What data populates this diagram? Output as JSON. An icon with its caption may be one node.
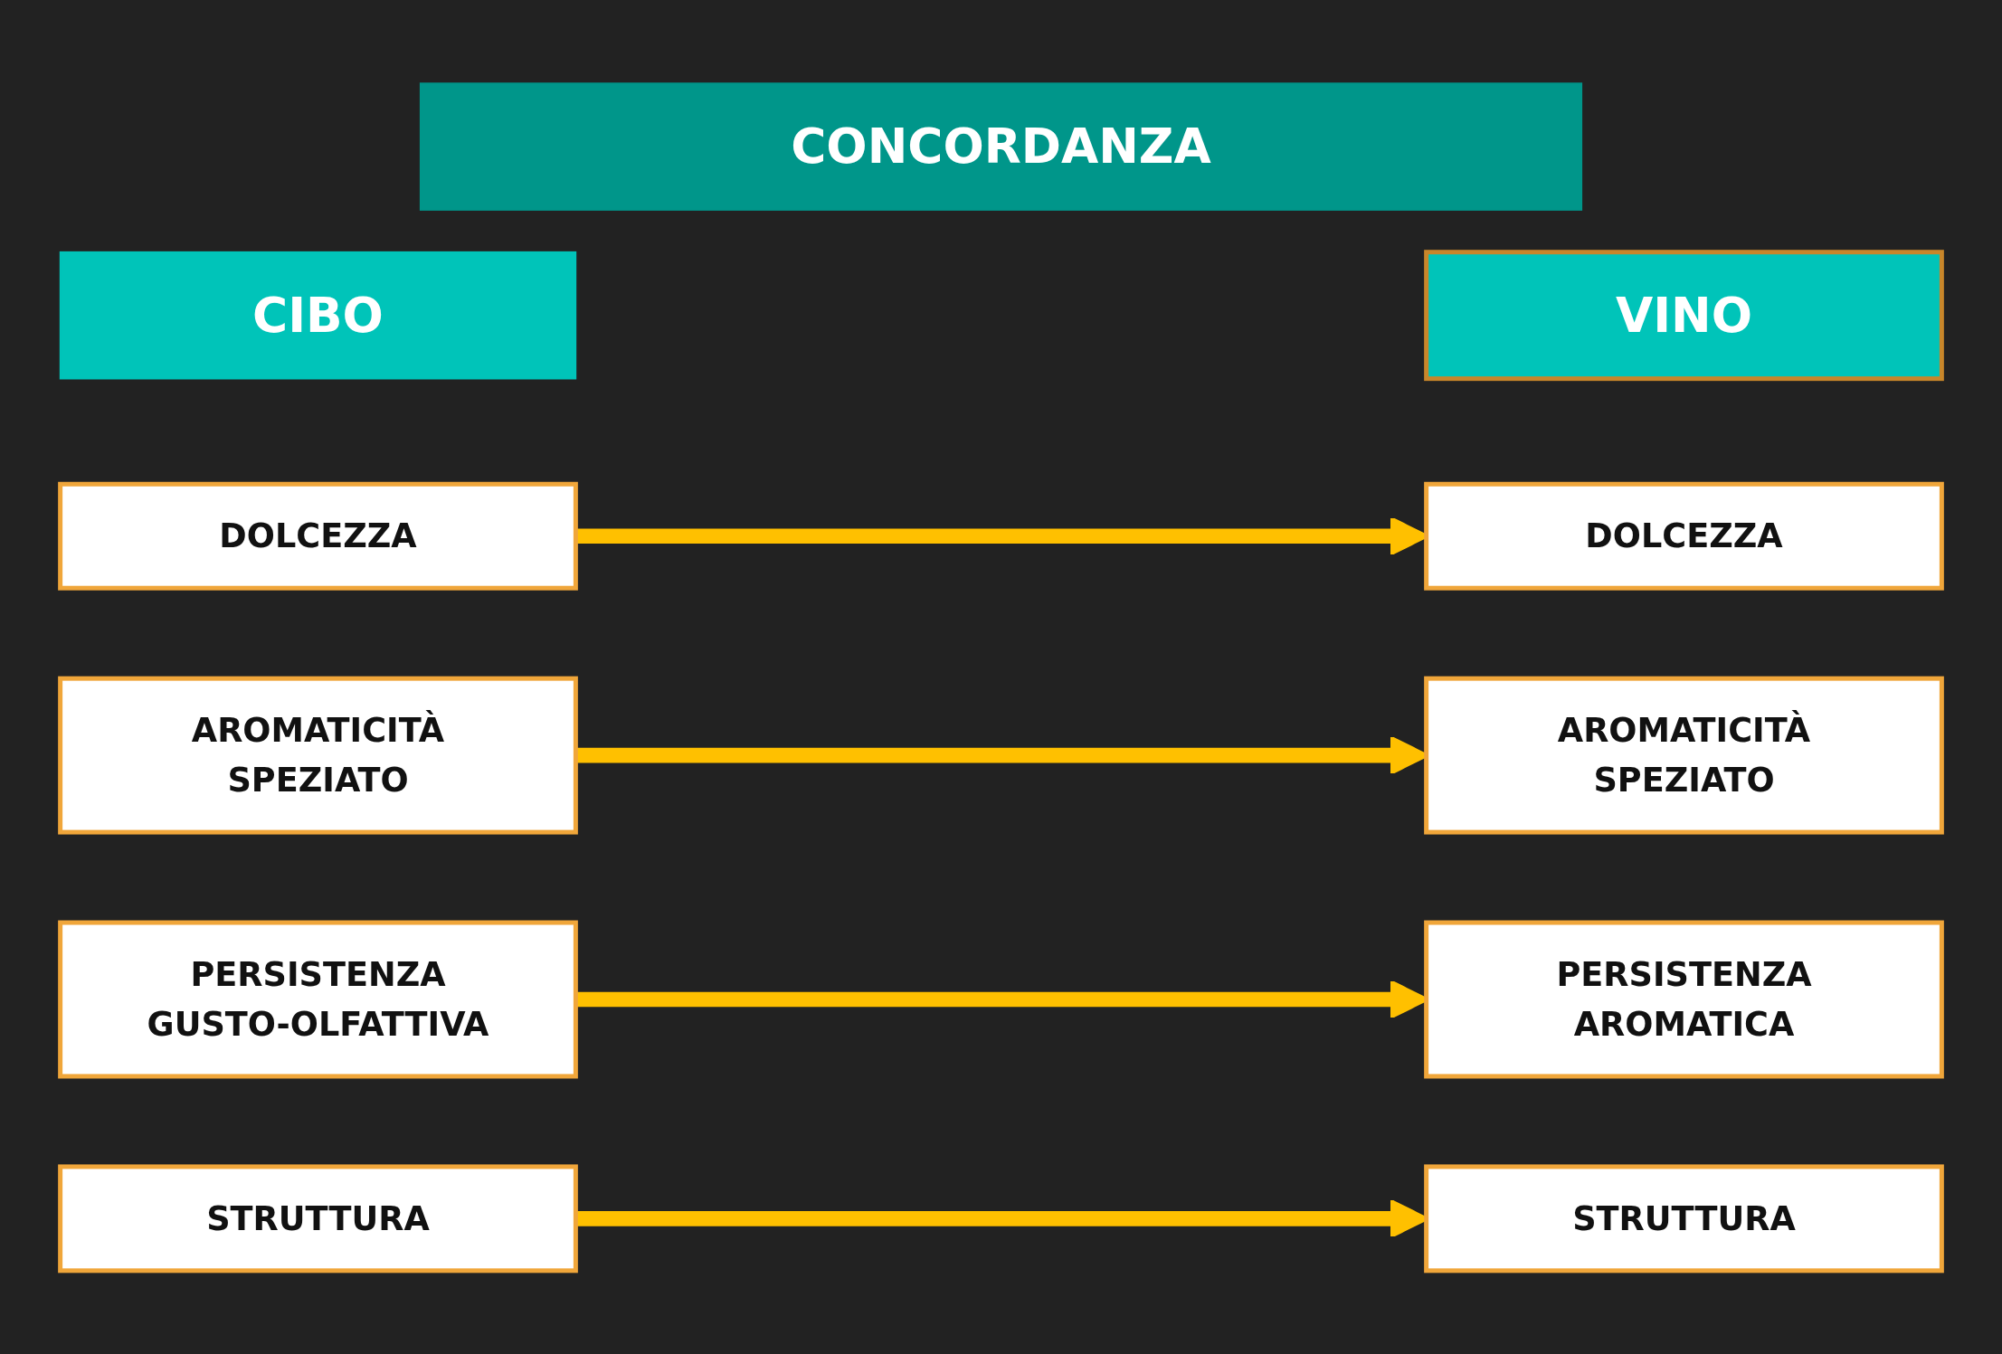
{
  "diagram": {
    "nodes": [
      {
        "text": [
          "CONCORDANZA"
        ]
      },
      {
        "text": [
          "CIBO"
        ]
      },
      {
        "text": [
          "VINO"
        ]
      },
      {
        "text": [
          "DOLCEZZA"
        ]
      },
      {
        "text": [
          "DOLCEZZA"
        ]
      },
      {
        "text": [
          "AROMATICITÀ SPEZIATO"
        ]
      },
      {
        "text": [
          "AROMATICITÀ SPEZIATO"
        ]
      },
      {
        "text": [
          "PERSISTENZA GUSTO-OLFATTIVA"
        ]
      },
      {
        "text": [
          "PERSISTENZA AROMATICA"
        ]
      },
      {
        "text": [
          "STRUTTURA"
        ]
      },
      {
        "text": [
          "STRUTTURA"
        ]
      }
    ],
    "edges": [
      {
        "from": 3,
        "to": 4,
        "arrow": "to",
        "color": "#ffc000"
      },
      {
        "from": 5,
        "to": 6,
        "arrow": "to",
        "color": "#ffc000"
      },
      {
        "from": 7,
        "to": 8,
        "arrow": "to",
        "color": "#ffc000"
      },
      {
        "from": 9,
        "to": 10,
        "arrow": "to",
        "color": "#ffc000"
      }
    ]
  }
}
